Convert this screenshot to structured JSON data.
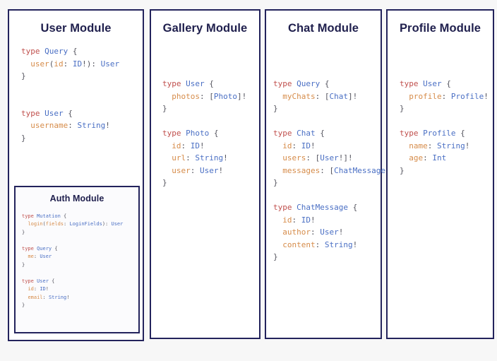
{
  "canvas": {
    "background_color": "#f7f7f7",
    "panel_background": "#ffffff",
    "panel_border_color": "#23235c",
    "title_color": "#1f1f4d"
  },
  "syntax_colors": {
    "keyword": "#c0504d",
    "type": "#4a6fc4",
    "field": "#d68c4a",
    "punctuation": "#55555f"
  },
  "panels": [
    {
      "id": "user",
      "title": "User Module",
      "code": "type Query {\n  user(id: ID!): User\n}\n\n\ntype User {\n  username: String!\n}",
      "nested": {
        "id": "auth",
        "title": "Auth Module",
        "code": "type Mutation {\n  login(fields: LoginFields): User\n}\n\ntype Query {\n  me: User\n}\n\ntype User {\n  id: ID!\n  email: String!\n}"
      }
    },
    {
      "id": "gallery",
      "title": "Gallery Module",
      "code": "type User {\n  photos: [Photo]!\n}\n\ntype Photo {\n  id: ID!\n  url: String!\n  user: User!\n}"
    },
    {
      "id": "chat",
      "title": "Chat Module",
      "code": "type Query {\n  myChats: [Chat]!\n}\n\ntype Chat {\n  id: ID!\n  users: [User!]!\n  messages: [ChatMessage]!\n}\n\ntype ChatMessage {\n  id: ID!\n  author: User!\n  content: String!\n}"
    },
    {
      "id": "profile",
      "title": "Profile Module",
      "code": "type User {\n  profile: Profile!\n}\n\ntype Profile {\n  name: String!\n  age: Int\n}"
    }
  ]
}
